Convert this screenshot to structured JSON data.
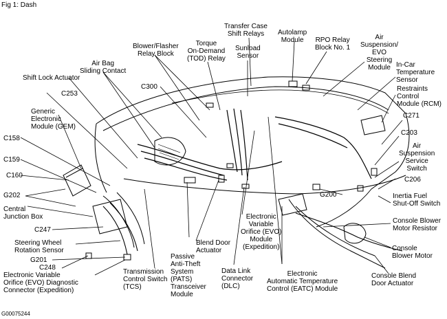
{
  "header": {
    "fig_title": "Fig 1: Dash"
  },
  "footer": {
    "code": "G00075244"
  },
  "colors": {
    "ink": "#000000",
    "paper": "#ffffff"
  },
  "labels": {
    "transfer_case": "Transfer Case\nShift Relays",
    "autolamp": "Autolamp\nModule",
    "rpo_relay": "RPO Relay\nBlock No. 1",
    "air_susp_evo": "Air\nSuspension/\nEVO\nSteering\nModule",
    "torque_on_demand": "Torque\nOn-Demand\n(TOD) Relay",
    "sunload": "Sunload\nSensor",
    "blower_flasher": "Blower/Flasher\nRelay Block",
    "in_car_temp": "In-Car\nTemperature\nSensor",
    "air_bag_contact": "Air Bag\nSliding Contact",
    "shift_lock": "Shift Lock Actuator",
    "restraints": "Restraints\nControl\nModule (RCM)",
    "c300": "C300",
    "c253": "C253",
    "c271": "C271",
    "gem": "Generic\nElectronic\nModule (GEM)",
    "c203": "C203",
    "c158": "C158",
    "air_susp_switch": "Air\nSuspension\nService\nSwitch",
    "c159": "C159",
    "c160": "C160",
    "c206": "C206",
    "g202": "G202",
    "g200": "G200",
    "inertia_fuel": "Inertia Fuel\nShut-Off Switch",
    "central_junction": "Central\nJunction Box",
    "c247": "C247",
    "console_blower_resistor": "Console Blower\nMotor Resistor",
    "steering_rotation": "Steering Wheel\nRotation Sensor",
    "blend_door": "Blend Door\nActuator",
    "evo_expedition": "Electronic\nVariable\nOrifice (EVO)\nModule\n(Expedition)",
    "console_blower_motor": "Console\nBlower Motor",
    "g201": "G201",
    "c248": "C248",
    "pats": "Passive\nAnti-Theft\nSystem\n(PATS)\nTransceiver\nModule",
    "dlc": "Data Link\nConnector\n(DLC)",
    "console_blend": "Console Blend\nDoor Actuator",
    "evo_diag": "Electronic Variable\nOrifice (EVO) Diagnostic\nConnector (Expedition)",
    "tcs": "Transmission\nControl Switch\n(TCS)",
    "eatc": "Electronic\nAutomatic Temperature\nControl (EATC) Module"
  }
}
